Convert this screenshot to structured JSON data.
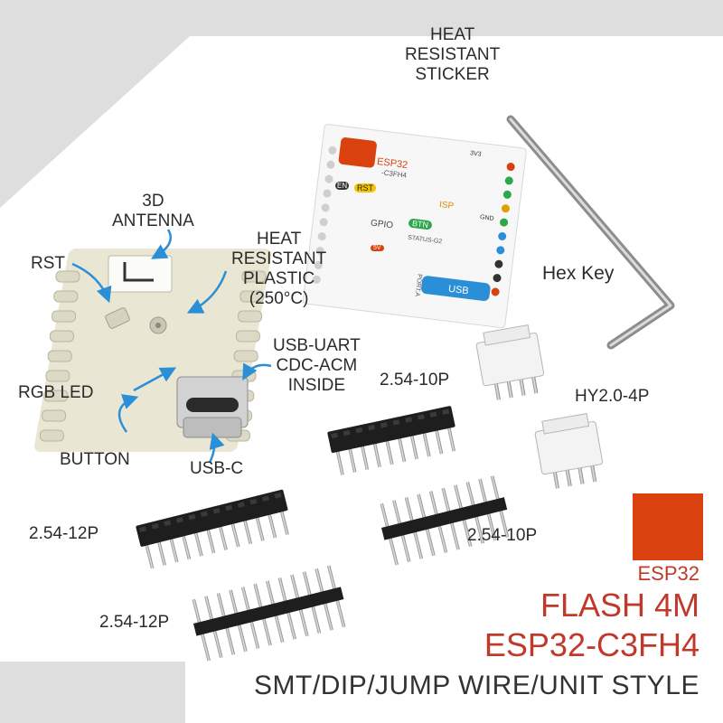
{
  "labels": {
    "heat_sticker": [
      "HEAT",
      "RESISTANT",
      "STICKER"
    ],
    "antenna": [
      "3D",
      "ANTENNA"
    ],
    "rst": "RST",
    "heat_plastic": [
      "HEAT",
      "RESISTANT",
      "PLASTIC",
      "(250°C)"
    ],
    "usb_uart": [
      "USB-UART",
      "CDC-ACM",
      "INSIDE"
    ],
    "rgb_led": "RGB LED",
    "button": "BUTTON",
    "usb_c": "USB-C",
    "hex_key": "Hex Key",
    "header_10p_top": "2.54-10P",
    "hy_connector": "HY2.0-4P",
    "header_12p_left": "2.54-12P",
    "header_10p_right": "2.54-10P",
    "header_12p_bottom": "2.54-12P"
  },
  "product": {
    "chip_name": "ESP32",
    "flash": "FLASH 4M",
    "model": "ESP32-C3FH4",
    "style": "SMT/DIP/JUMP WIRE/UNIT STYLE"
  },
  "sticker": {
    "chip": "ESP32",
    "sub": "-C3FH4",
    "en": "EN",
    "rst": "RST",
    "gpio": "GPIO",
    "btn": "BTN",
    "status": "STATUS-G2",
    "usb": "USB",
    "isp": "ISP",
    "gnd": "GND",
    "v5": "5V",
    "v33": "3V3",
    "port": "PORT.A"
  },
  "colors": {
    "accent_red": "#c0392b",
    "chip_orange": "#d9420f",
    "arrow_blue": "#2a8fd6",
    "shell": "#e9e6d4",
    "header_black": "#1e1e1e"
  }
}
